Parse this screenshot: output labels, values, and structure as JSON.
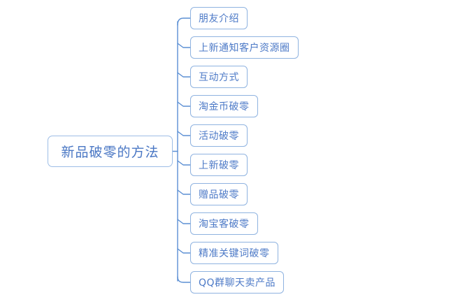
{
  "diagram": {
    "type": "mind-map",
    "orientation": "left-root-right-children",
    "colors": {
      "text": "#4a77c4",
      "node_border": "#8fb3e0",
      "connector": "#5b8fd4",
      "background": "#ffffff"
    },
    "root": {
      "label": "新品破零的方法"
    },
    "children": [
      {
        "label": "朋友介绍"
      },
      {
        "label": "上新通知客户资源圈"
      },
      {
        "label": "互动方式"
      },
      {
        "label": "淘金币破零"
      },
      {
        "label": "活动破零"
      },
      {
        "label": "上新破零"
      },
      {
        "label": "赠品破零"
      },
      {
        "label": "淘宝客破零"
      },
      {
        "label": "精准关键词破零"
      },
      {
        "label": "QQ群聊天卖产品"
      }
    ]
  }
}
